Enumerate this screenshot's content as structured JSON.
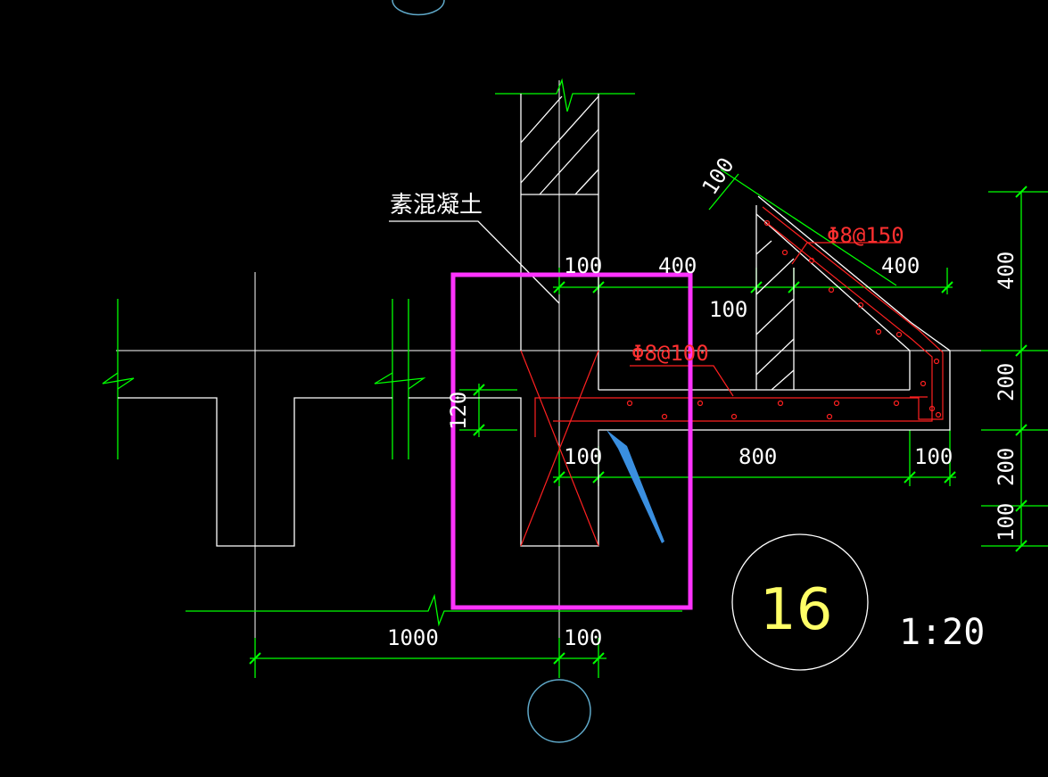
{
  "drawing": {
    "material_label": "素混凝土",
    "rebar_labels": {
      "slant": "Φ8@150",
      "bottom": "Φ8@100"
    },
    "dimensions": {
      "top_100": "100",
      "top_400": "400",
      "right_400": "400",
      "mid_100": "100",
      "slope_100": "100",
      "left_120": "120",
      "lower_100": "100",
      "lower_800": "800",
      "lower_right_100": "100",
      "bottom_1000": "1000",
      "bottom_100": "100",
      "vert_400": "400",
      "vert_200a": "200",
      "vert_200b": "200",
      "vert_100": "100"
    },
    "detail_number": "16",
    "scale": "1:20"
  },
  "colors": {
    "background": "#000000",
    "dimension_lines": "#00ff00",
    "outline": "#ffffff",
    "rebar": "#ff2020",
    "highlight_box": "#ff33ff",
    "arrow": "#3a8fe0",
    "detail_circle": "#ffffff",
    "detail_number": "#ffff66",
    "axis_bubble": "#5fa8c8"
  }
}
